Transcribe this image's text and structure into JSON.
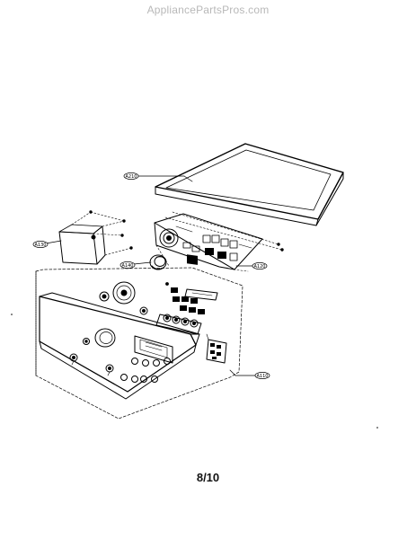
{
  "watermark": "AppliancePartsPros.com",
  "page_number": "8/10",
  "callouts": {
    "a210": "A210",
    "a130": "A130",
    "a140": "A140",
    "a120": "A120",
    "a110": "A110"
  }
}
